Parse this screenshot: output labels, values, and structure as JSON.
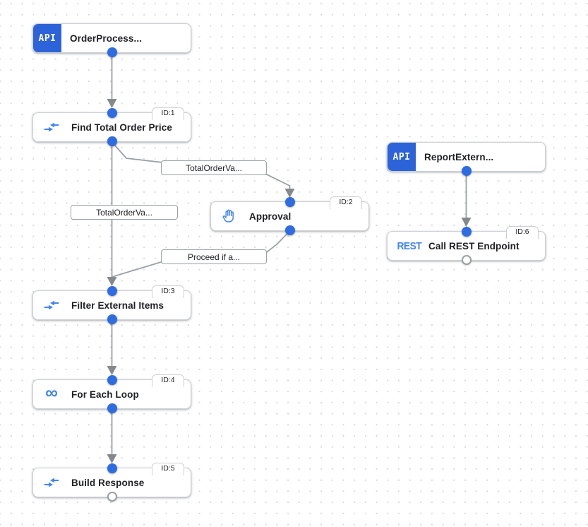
{
  "colors": {
    "trigger_badge_blue": "#2d63d8",
    "port_blue": "#2e6ce2",
    "icon_blue": "#4285f4",
    "edge_gray": "#9aa0a6",
    "arrow_gray": "#85898d",
    "node_border": "#cdd0d4",
    "grid_dot": "#d6d8db"
  },
  "icons": {
    "infinity_glyph": "∞"
  },
  "nodes": [
    {
      "type": "trigger",
      "badge": "API",
      "title": "OrderProcess...",
      "id_label": null,
      "icon": "api-badge"
    },
    {
      "type": "task",
      "badge": null,
      "title": "Find Total Order Price",
      "id_label": "ID:1",
      "icon": "data-mapping"
    },
    {
      "type": "task",
      "badge": null,
      "title": "Approval",
      "id_label": "ID:2",
      "icon": "hand"
    },
    {
      "type": "task",
      "badge": null,
      "title": "Filter External Items",
      "id_label": "ID:3",
      "icon": "data-mapping"
    },
    {
      "type": "task",
      "badge": null,
      "title": "For Each Loop",
      "id_label": "ID:4",
      "icon": "infinity-loop"
    },
    {
      "type": "task",
      "badge": null,
      "title": "Build Response",
      "id_label": "ID:5",
      "icon": "data-mapping"
    },
    {
      "type": "trigger",
      "badge": "API",
      "title": "ReportExtern...",
      "id_label": null,
      "icon": "api-badge"
    },
    {
      "type": "task",
      "badge": null,
      "title": "Call REST Endpoint",
      "id_label": "ID:6",
      "icon_text": "REST",
      "icon": "rest"
    }
  ],
  "edge_labels": [
    {
      "text": "TotalOrderVa..."
    },
    {
      "text": "TotalOrderVa..."
    },
    {
      "text": "Proceed if a..."
    }
  ],
  "connections": [
    {
      "from": "OrderProcess...",
      "to": "Find Total Order Price",
      "label": null
    },
    {
      "from": "Find Total Order Price",
      "to": "Approval",
      "label": "TotalOrderVa..."
    },
    {
      "from": "Find Total Order Price",
      "to": "Filter External Items",
      "label": "TotalOrderVa..."
    },
    {
      "from": "Approval",
      "to": "Filter External Items",
      "label": "Proceed if a..."
    },
    {
      "from": "Filter External Items",
      "to": "For Each Loop",
      "label": null
    },
    {
      "from": "For Each Loop",
      "to": "Build Response",
      "label": null
    },
    {
      "from": "ReportExtern...",
      "to": "Call REST Endpoint",
      "label": null
    }
  ]
}
